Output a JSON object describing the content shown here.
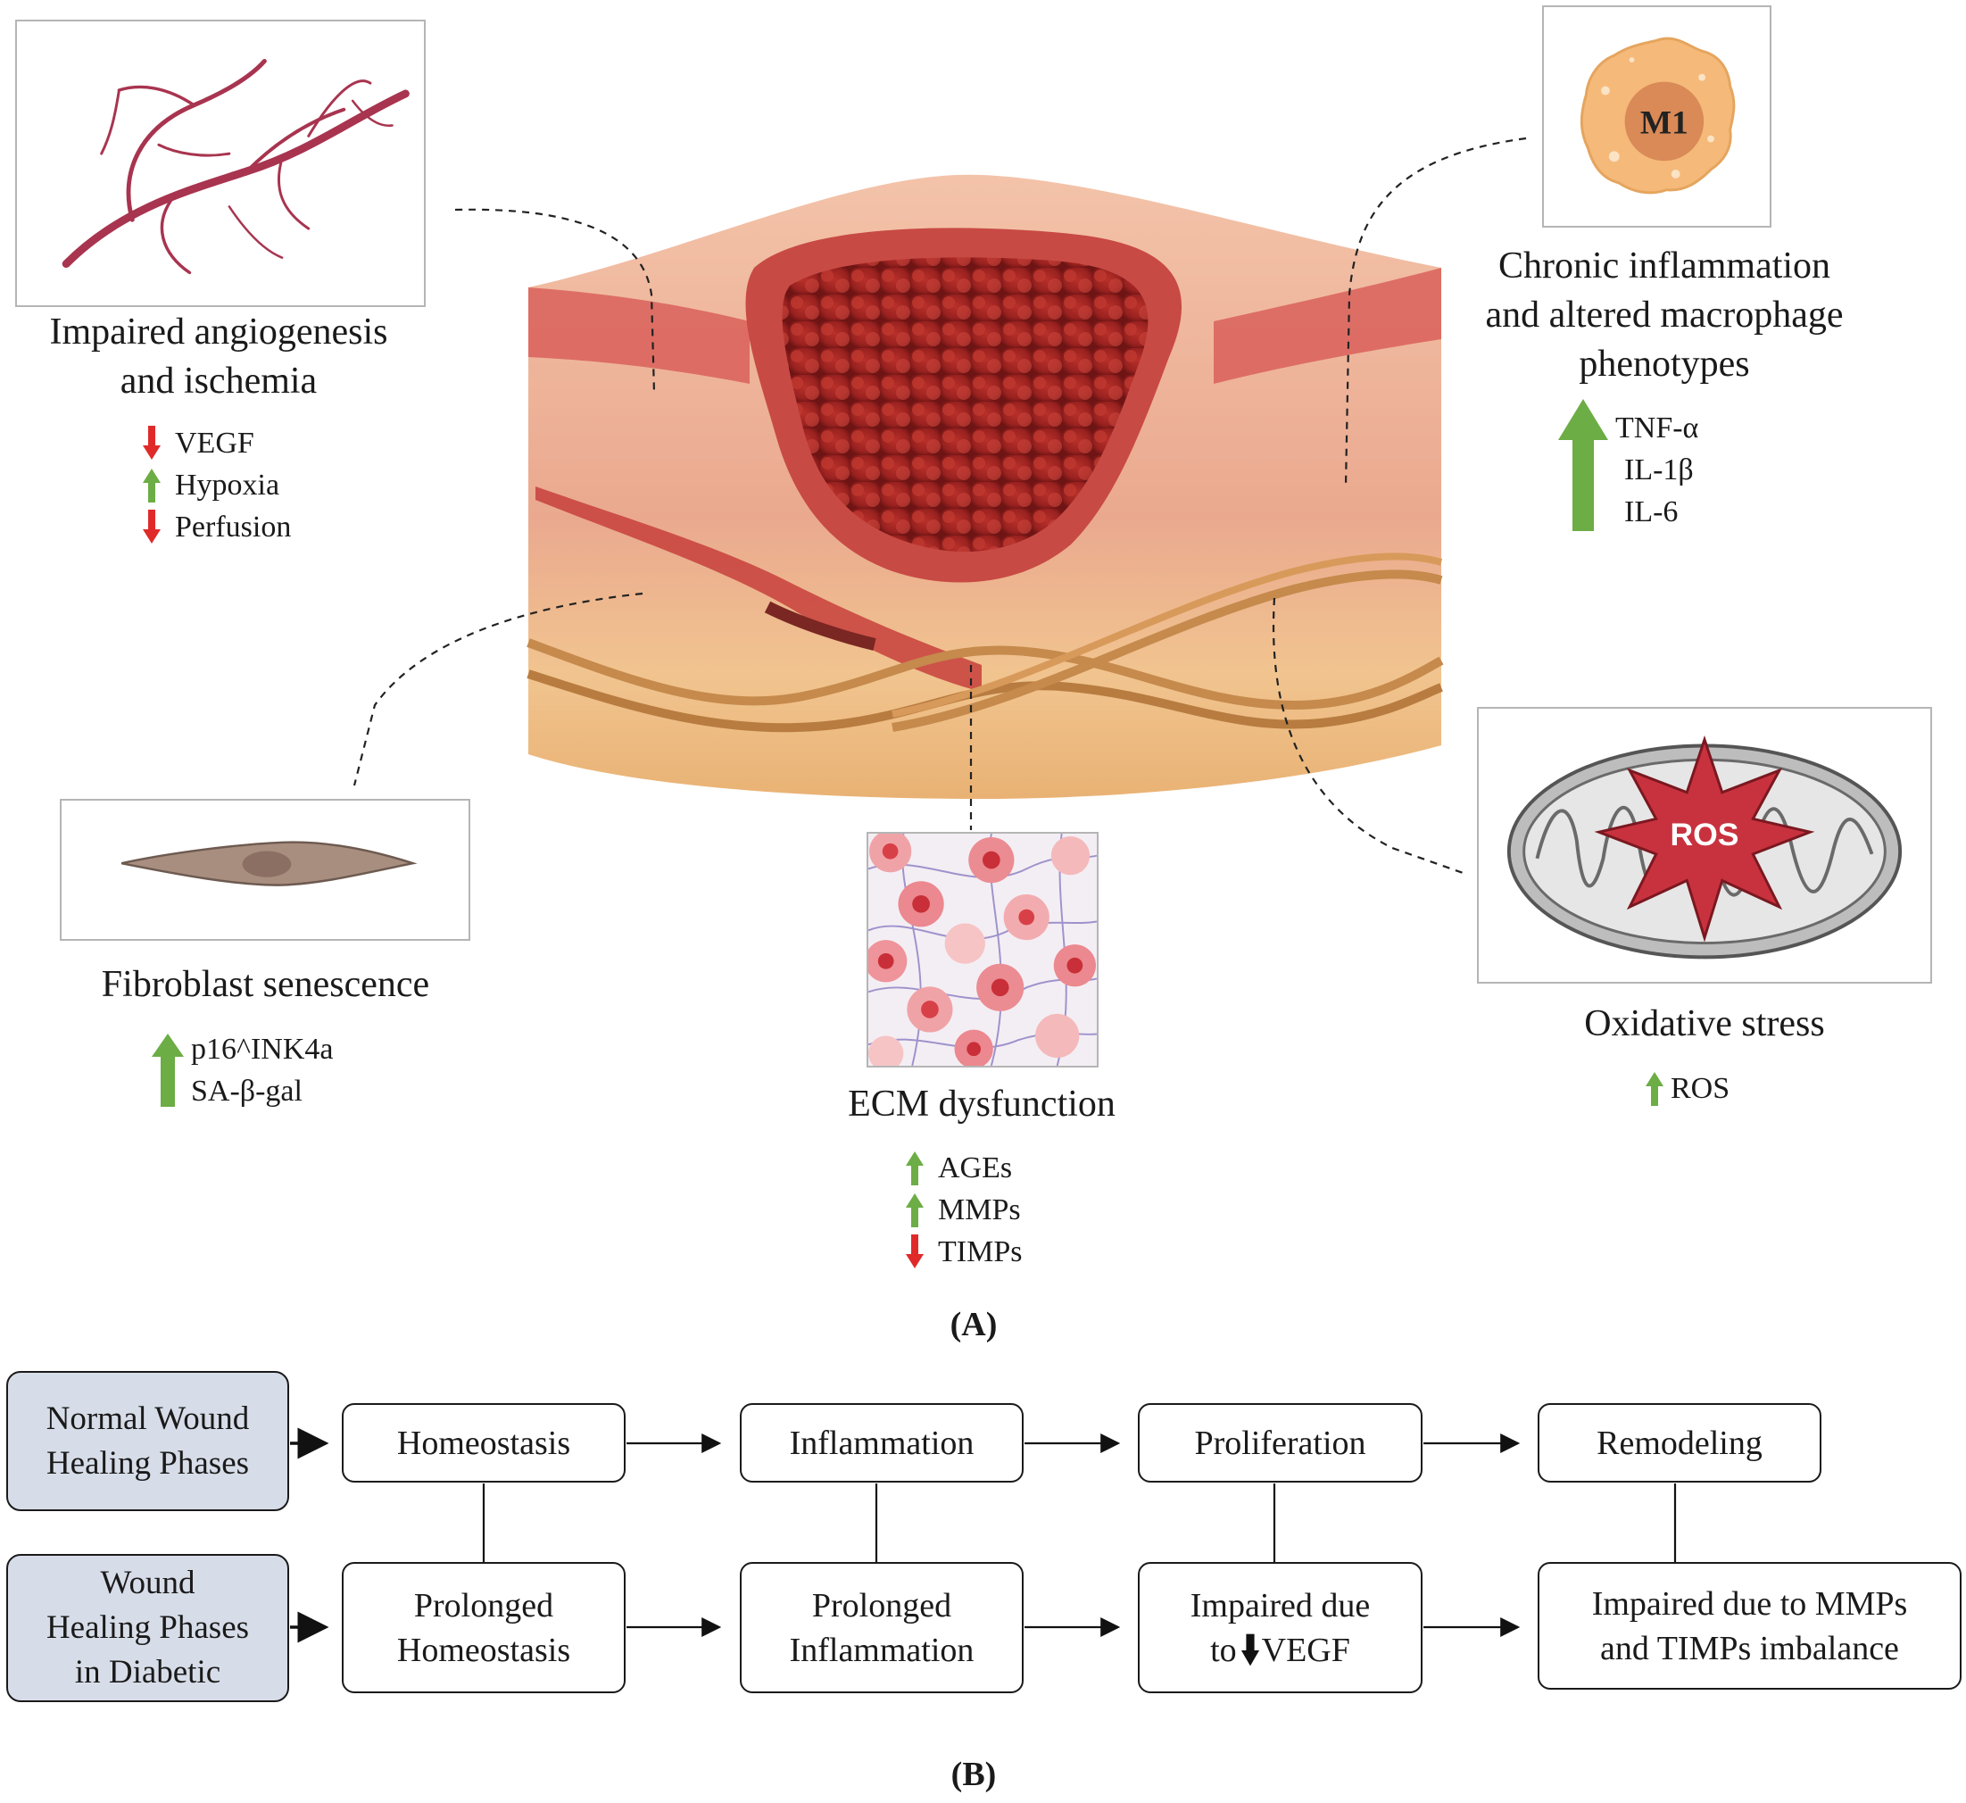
{
  "panel_a": {
    "label": "(A)",
    "angiogenesis": {
      "title_line1": "Impaired angiogenesis",
      "title_line2": "and ischemia",
      "markers": [
        {
          "text": "VEGF",
          "direction": "down"
        },
        {
          "text": "Hypoxia",
          "direction": "up"
        },
        {
          "text": "Perfusion",
          "direction": "down"
        }
      ]
    },
    "inflammation": {
      "cell_label": "M1",
      "title_line1": "Chronic inflammation",
      "title_line2": "and altered macrophage",
      "title_line3": "phenotypes",
      "markers": [
        "TNF-α",
        "IL-1β",
        "IL-6"
      ],
      "direction": "up"
    },
    "fibroblast": {
      "title": "Fibroblast senescence",
      "markers": [
        "p16^INK4a",
        "SA-β-gal"
      ],
      "direction": "up"
    },
    "ecm": {
      "title": "ECM dysfunction",
      "markers": [
        {
          "text": "AGEs",
          "direction": "up"
        },
        {
          "text": "MMPs",
          "direction": "up"
        },
        {
          "text": "TIMPs",
          "direction": "down"
        }
      ]
    },
    "oxidative": {
      "ros_label": "ROS",
      "title": "Oxidative stress",
      "markers": [
        {
          "text": "ROS",
          "direction": "up"
        }
      ]
    }
  },
  "panel_b": {
    "label": "(B)",
    "normal_row": {
      "label_line1": "Normal Wound",
      "label_line2": "Healing Phases",
      "phases": [
        "Homeostasis",
        "Inflammation",
        "Proliferation",
        "Remodeling"
      ]
    },
    "diabetic_row": {
      "label_line1": "Wound",
      "label_line2": "Healing Phases",
      "label_line3": "in Diabetic",
      "phases": [
        {
          "line1": "Prolonged",
          "line2": "Homeostasis"
        },
        {
          "line1": "Prolonged",
          "line2": "Inflammation"
        },
        {
          "line1": "Impaired due",
          "line2_prefix": "to",
          "line2_suffix": "VEGF"
        },
        {
          "line1": "Impaired due to MMPs",
          "line2": "and TIMPs imbalance"
        }
      ]
    }
  },
  "colors": {
    "up_arrow": "#6cad45",
    "down_arrow": "#e02a2a",
    "row_label_fill": "#d7dde8",
    "vessel": "#a8344f",
    "ros_star": "#c8323e",
    "macrophage": "#f5b97a"
  }
}
